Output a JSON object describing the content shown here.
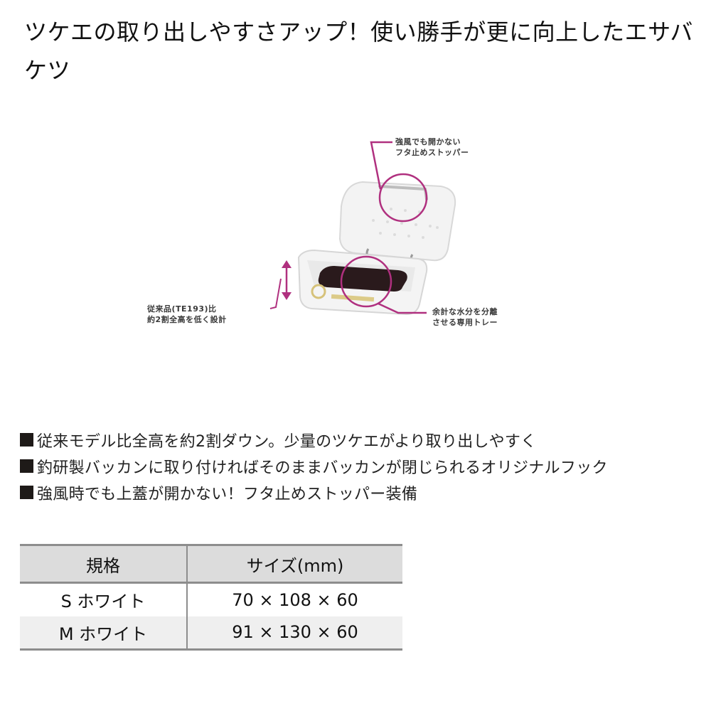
{
  "title": "ツケエの取り出しやすさアップ！使い勝手が更に向上したエサバケツ",
  "figure": {
    "callouts": {
      "stopper": [
        "強風でも開かない",
        "フタ止めストッパー"
      ],
      "height": [
        "従来品(TE193)比",
        "約2割全高を低く設計"
      ],
      "tray": [
        "余計な水分を分離",
        "させる専用トレー"
      ]
    },
    "accent_color": "#b0307f"
  },
  "features": [
    "従来モデル比全高を約2割ダウン。少量のツケエがより取り出しやすく",
    "釣研製バッカンに取り付ければそのままバッカンが閉じられるオリジナルフック",
    "強風時でも上蓋が開かない！フタ止めストッパー装備"
  ],
  "spec_table": {
    "headers": [
      "規格",
      "サイズ(mm)"
    ],
    "rows": [
      [
        "S ホワイト",
        "70 × 108 × 60"
      ],
      [
        "M ホワイト",
        "91 × 130 × 60"
      ]
    ]
  }
}
